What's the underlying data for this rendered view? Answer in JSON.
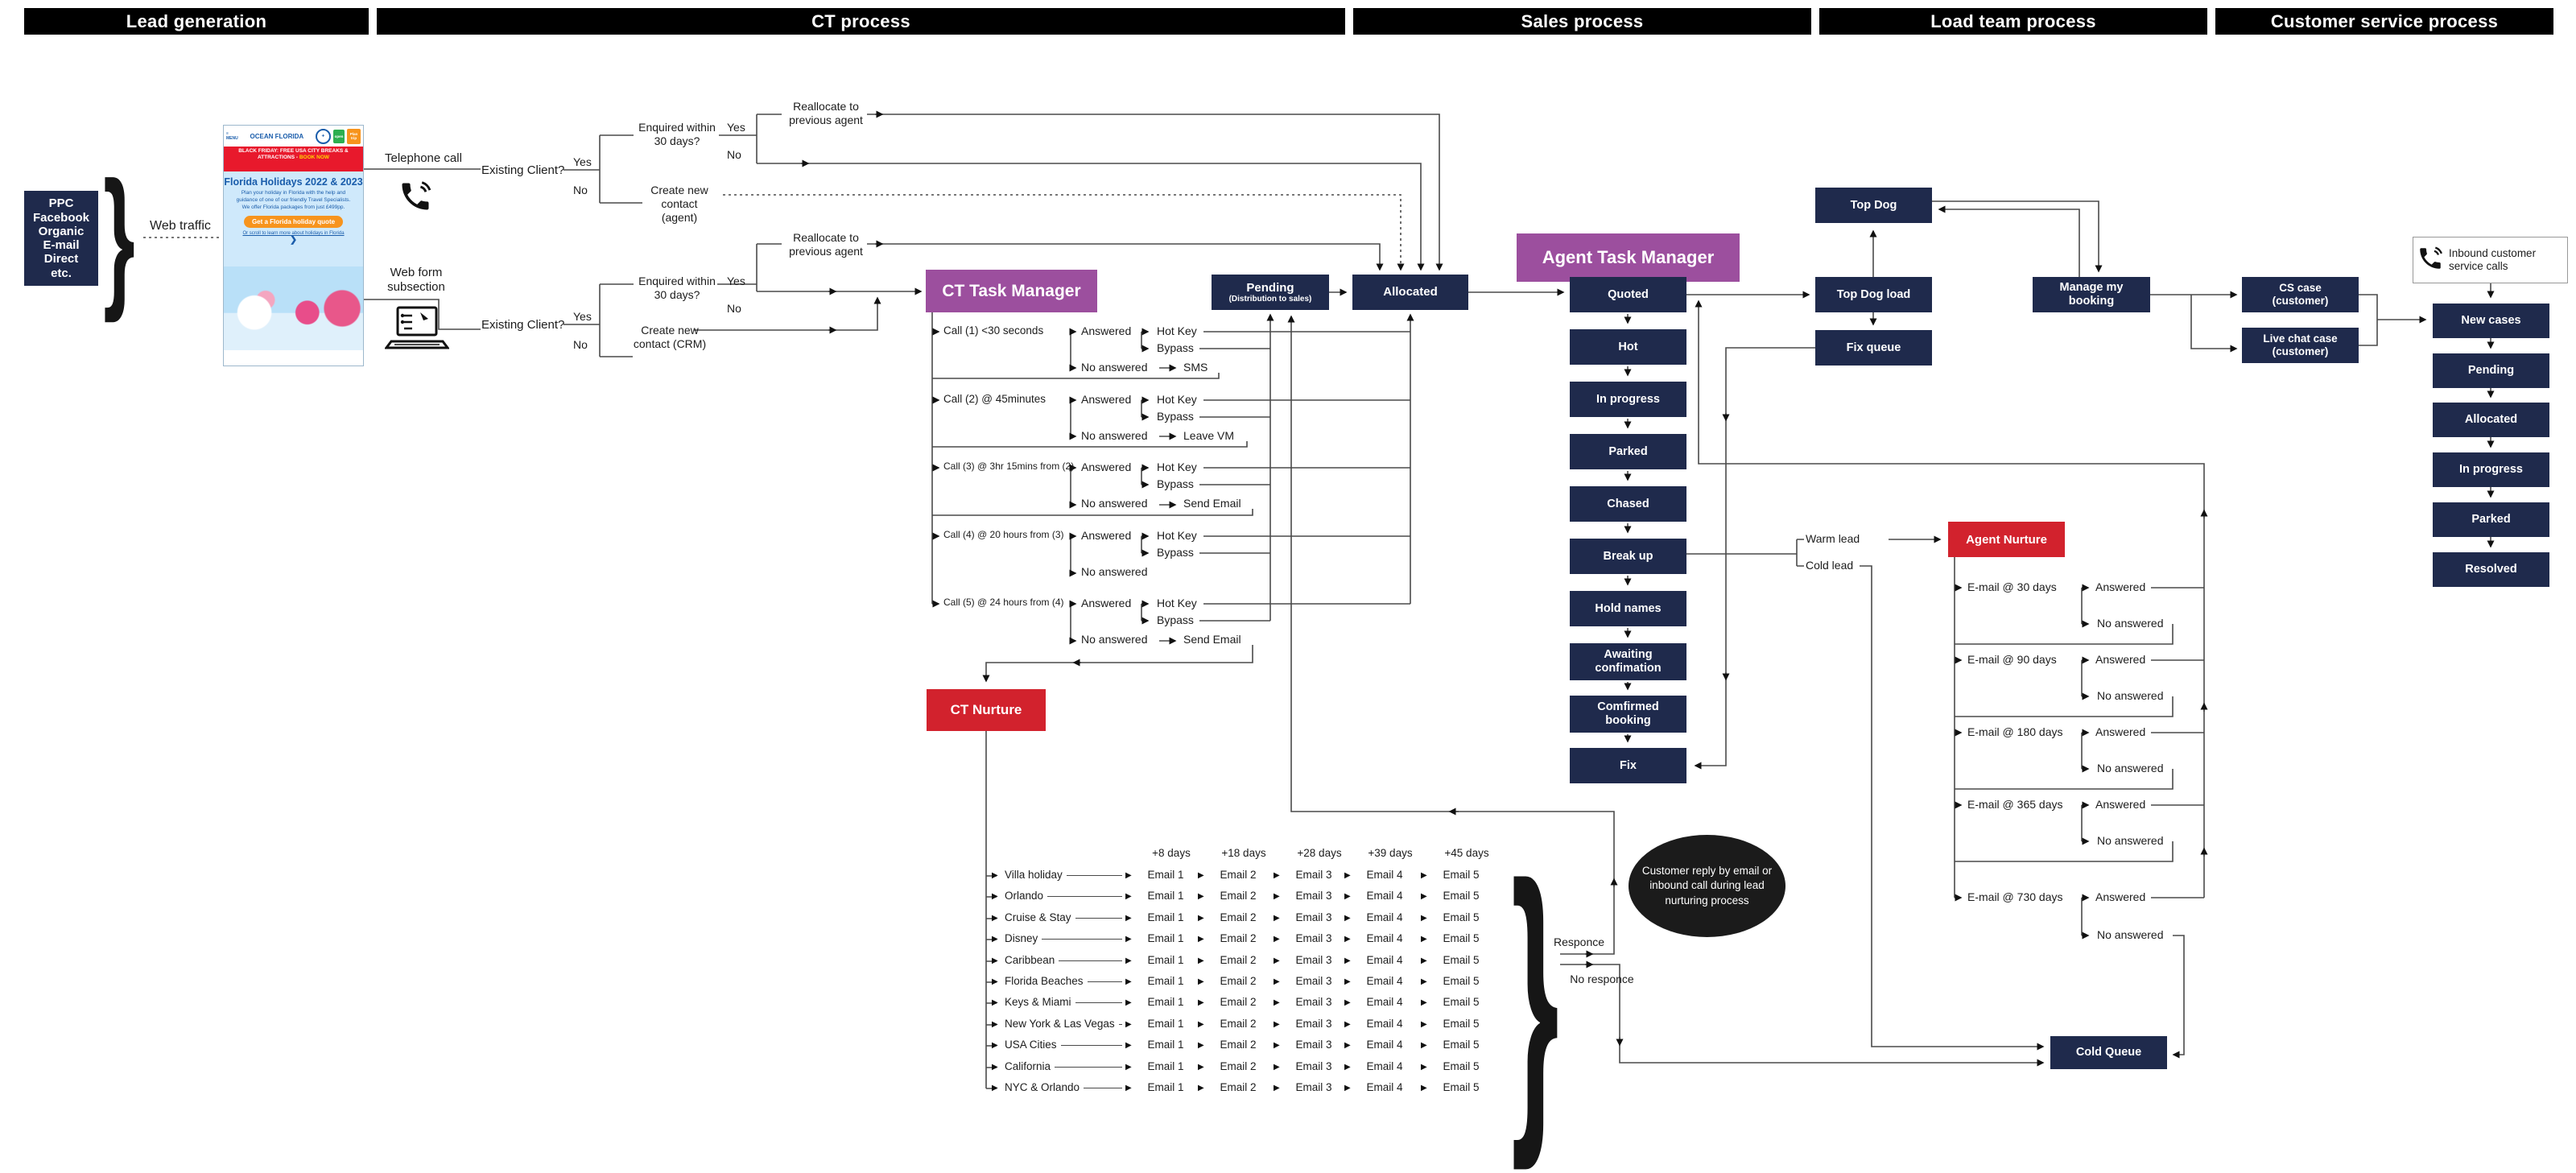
{
  "header": {
    "bands": [
      {
        "label": "Lead generation"
      },
      {
        "label": "CT process"
      },
      {
        "label": "Sales process"
      },
      {
        "label": "Load team process"
      },
      {
        "label": "Customer service process"
      }
    ]
  },
  "lead_generation": {
    "sources": [
      "PPC",
      "Facebook",
      "Organic",
      "E-mail",
      "Direct",
      "etc."
    ],
    "web_traffic_label": "Web traffic",
    "flyer": {
      "menu_label": "MENU",
      "brand": "OCEAN FLORIDA",
      "badge_open": "open",
      "badge_plan": "Plan trip",
      "banner_main": "BLACK FRIDAY: FREE USA CITY BREAKS & ATTRACTIONS - ",
      "banner_cta": "BOOK NOW",
      "headline": "Florida Holidays 2022 & 2023",
      "body": "Plan your holiday in Florida with the help and guidance of one of our friendly Travel Specialists. We offer Florida packages from just £499pp.",
      "cta": "Get a Florida holiday quote",
      "scroll_link": "Or scroll to learn more about holidays in Florida"
    },
    "telephone_label": "Telephone call",
    "webform_label": "Web form subsection"
  },
  "decision": {
    "existing_client": "Existing Client?",
    "yes": "Yes",
    "no": "No",
    "enquired": "Enquired within 30 days?",
    "reallocate": "Reallocate to previous agent",
    "create_agent": "Create new contact (agent)",
    "create_crm": "Create new contact (CRM)"
  },
  "ct_process": {
    "task_manager": "CT Task Manager",
    "answered": "Answered",
    "no_answered": "No answered",
    "hot_key": "Hot Key",
    "bypass": "Bypass",
    "calls": [
      {
        "label": "Call (1) <30 seconds",
        "followup": "SMS"
      },
      {
        "label": "Call (2) @ 45minutes",
        "followup": "Leave VM"
      },
      {
        "label": "Call (3) @ 3hr 15mins from (2)",
        "followup": "Send Email"
      },
      {
        "label": "Call (4) @ 20 hours from (3)",
        "followup": ""
      },
      {
        "label": "Call (5) @ 24 hours from (4)",
        "followup": "Send Email"
      }
    ],
    "pending_title": "Pending",
    "pending_sub": "(Distribution to sales)",
    "allocated": "Allocated",
    "nurture_title": "CT Nurture"
  },
  "sales_process": {
    "agent_task_manager": "Agent Task Manager",
    "stages": [
      "Quoted",
      "Hot",
      "In progress",
      "Parked",
      "Chased",
      "Break up",
      "Hold names",
      "Awaiting confimation",
      "Comfirmed booking",
      "Fix"
    ],
    "warm_lead": "Warm lead",
    "cold_lead": "Cold lead"
  },
  "load_team": {
    "top_dog": "Top Dog",
    "top_dog_load": "Top Dog load",
    "fix_queue": "Fix queue",
    "manage_booking": "Manage my booking",
    "cs_case": "CS case (customer)",
    "live_chat_case": "Live chat case (customer)"
  },
  "customer_service": {
    "inbound": "Inbound customer service calls",
    "stages": [
      "New cases",
      "Pending",
      "Allocated",
      "In progress",
      "Parked",
      "Resolved"
    ]
  },
  "agent_nurture": {
    "title": "Agent Nurture",
    "answered": "Answered",
    "no_answered": "No answered",
    "emails": [
      "E-mail @ 30 days",
      "E-mail @ 90 days",
      "E-mail @ 180 days",
      "E-mail @ 365 days",
      "E-mail @ 730 days"
    ]
  },
  "ct_nurture": {
    "day_headers": [
      "+8 days",
      "+18 days",
      "+28 days",
      "+39 days",
      "+45 days"
    ],
    "email_labels": [
      "Email 1",
      "Email 2",
      "Email 3",
      "Email 4",
      "Email 5"
    ],
    "destinations": [
      "Villa holiday",
      "Orlando",
      "Cruise & Stay",
      "Disney",
      "Caribbean",
      "Florida Beaches",
      "Keys & Miami",
      "New York & Las Vegas",
      "USA Cities",
      "California",
      "NYC & Orlando"
    ]
  },
  "annotations": {
    "responce": "Responce",
    "no_responce": "No responce",
    "customer_reply": "Customer reply by email or inbound call during lead nurturing process",
    "cold_queue": "Cold Queue"
  },
  "colors": {
    "navy": "#1f2a4c",
    "purple": "#9c4f9e",
    "red": "#d2222d",
    "line": "#4a4a4a"
  }
}
